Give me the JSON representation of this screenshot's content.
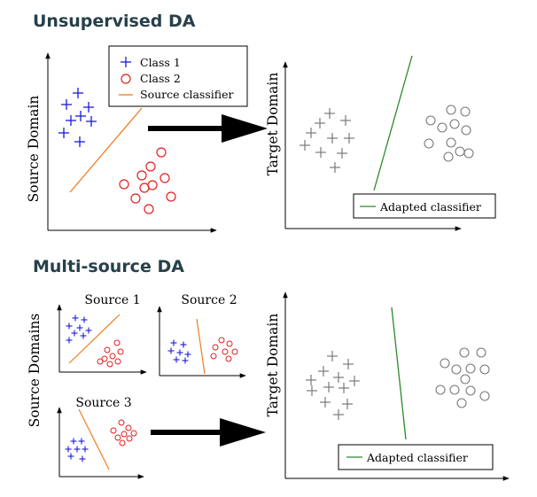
{
  "sections": {
    "unsupervised": {
      "title": "Unsupervised DA"
    },
    "multisource": {
      "title": "Multi-source DA"
    }
  },
  "labels": {
    "source_domain": "Source Domain",
    "target_domain": "Target Domain",
    "source_domains": "Source Domains",
    "source_1": "Source 1",
    "source_2": "Source 2",
    "source_3": "Source 3"
  },
  "legend": {
    "class1": "Class 1",
    "class2": "Class 2",
    "source_classifier": "Source classifier",
    "adapted_classifier": "Adapted classifier"
  },
  "colors": {
    "class1": "#1a1adb",
    "class2": "#e02020",
    "target_marks": "#7a7a7a",
    "source_classifier": "#f07c1e",
    "adapted_classifier": "#2a8a2a",
    "heading": "#27404a"
  },
  "icons": [
    "right-arrow-icon",
    "plus-marker-icon",
    "circle-marker-icon"
  ]
}
